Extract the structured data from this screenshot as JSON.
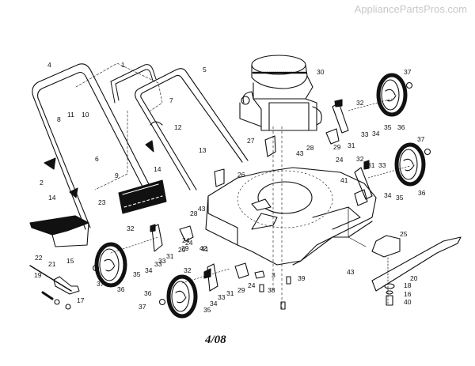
{
  "watermark": "AppliancePartsPros.com",
  "footer_code": "4/08",
  "diagram": {
    "subject": "Walk-behind rotary lawn mower exploded parts view",
    "components": [
      {
        "id": "upper-handle-left",
        "callout": "4"
      },
      {
        "id": "control-bar",
        "callout": "1"
      },
      {
        "id": "upper-handle-right",
        "callout": "5"
      },
      {
        "id": "engine",
        "callout": "30"
      },
      {
        "id": "handle-bolt-left",
        "callout": "8"
      },
      {
        "id": "handle-nut",
        "callout": "11"
      },
      {
        "id": "cable-clip",
        "callout": "10"
      },
      {
        "id": "handle-bolts-top",
        "callout": "7"
      },
      {
        "id": "cable-tie",
        "callout": "12"
      },
      {
        "id": "handle-nut-mid",
        "callout": "6"
      },
      {
        "id": "handle-knob",
        "callout": "2"
      },
      {
        "id": "handle-knob-lower-left",
        "callout": "14"
      },
      {
        "id": "handle-knob-lower-right",
        "callout": "14"
      },
      {
        "id": "rear-flap-bolts",
        "callout": "9"
      },
      {
        "id": "rear-flap",
        "callout": "23"
      },
      {
        "id": "lower-handle-springs",
        "callout": "13"
      },
      {
        "id": "handle-bracket-left",
        "callout": "26"
      },
      {
        "id": "handle-bracket-right",
        "callout": "27"
      },
      {
        "id": "grass-deflector",
        "callout": "15"
      },
      {
        "id": "deflector-rod",
        "callout": "22"
      },
      {
        "id": "deflector-hinge",
        "callout": "21"
      },
      {
        "id": "deflector-spring",
        "callout": "19"
      },
      {
        "id": "deflector-nuts",
        "callout": "17"
      },
      {
        "id": "deck",
        "callout": "39"
      },
      {
        "id": "deck-baffle",
        "callout": "42"
      },
      {
        "id": "deck-nut-upper",
        "callout": "43"
      },
      {
        "id": "deck-nut-right",
        "callout": "43"
      },
      {
        "id": "deck-nut-left",
        "callout": "43"
      },
      {
        "id": "deck-washer",
        "callout": "28"
      },
      {
        "id": "deck-washer-left",
        "callout": "28"
      },
      {
        "id": "deck-bolts-right",
        "callout": "41"
      },
      {
        "id": "deck-bolts-left",
        "callout": "41"
      },
      {
        "id": "height-adjuster-plate",
        "callout": "24"
      },
      {
        "id": "spacer",
        "callout": "29"
      },
      {
        "id": "wheel-lever",
        "callout": "31"
      },
      {
        "id": "lever-grip",
        "callout": "32"
      },
      {
        "id": "axle-bracket",
        "callout": "33"
      },
      {
        "id": "wheel-washer",
        "callout": "34"
      },
      {
        "id": "wheel-bolt",
        "callout": "35"
      },
      {
        "id": "wheel",
        "callout": "36"
      },
      {
        "id": "wheel-nut",
        "callout": "37"
      },
      {
        "id": "spring-washer-clip",
        "callout": "3"
      },
      {
        "id": "engine-bolts",
        "callout": "38"
      },
      {
        "id": "blade-adapter",
        "callout": "25"
      },
      {
        "id": "blade",
        "callout": "20"
      },
      {
        "id": "blade-washer",
        "callout": "18"
      },
      {
        "id": "lock-washer",
        "callout": "16"
      },
      {
        "id": "blade-bolt",
        "callout": "40"
      }
    ]
  },
  "callouts": [
    {
      "text": "4",
      "part": "upper-handle-left"
    },
    {
      "text": "1",
      "part": "control-bar"
    },
    {
      "text": "5",
      "part": "upper-handle-right"
    },
    {
      "text": "30",
      "part": "engine"
    },
    {
      "text": "37",
      "part": "wheel-nut"
    },
    {
      "text": "7",
      "part": "handle-bolts-top"
    },
    {
      "text": "8",
      "part": "handle-bolt-left"
    },
    {
      "text": "11",
      "part": "handle-nut"
    },
    {
      "text": "10",
      "part": "cable-clip"
    },
    {
      "text": "12",
      "part": "cable-tie"
    },
    {
      "text": "32",
      "part": "lever-grip"
    },
    {
      "text": "36",
      "part": "wheel"
    },
    {
      "text": "35",
      "part": "wheel-bolt"
    },
    {
      "text": "34",
      "part": "wheel-washer"
    },
    {
      "text": "33",
      "part": "axle-bracket"
    },
    {
      "text": "31",
      "part": "wheel-lever"
    },
    {
      "text": "29",
      "part": "spacer"
    },
    {
      "text": "27",
      "part": "handle-bracket-right"
    },
    {
      "text": "43",
      "part": "deck-nut-upper"
    },
    {
      "text": "28",
      "part": "deck-washer"
    },
    {
      "text": "24",
      "part": "height-adjuster-plate"
    },
    {
      "text": "6",
      "part": "handle-nut-mid"
    },
    {
      "text": "13",
      "part": "lower-handle-springs"
    },
    {
      "text": "14",
      "part": "handle-knob-lower-right"
    },
    {
      "text": "37",
      "part": "wheel-nut"
    },
    {
      "text": "2",
      "part": "handle-knob"
    },
    {
      "text": "9",
      "part": "rear-flap-bolts"
    },
    {
      "text": "26",
      "part": "handle-bracket-left"
    },
    {
      "text": "32",
      "part": "lever-grip"
    },
    {
      "text": "31",
      "part": "wheel-lever"
    },
    {
      "text": "33",
      "part": "axle-bracket"
    },
    {
      "text": "41",
      "part": "deck-bolts-right"
    },
    {
      "text": "35",
      "part": "wheel-bolt"
    },
    {
      "text": "34",
      "part": "wheel-washer"
    },
    {
      "text": "36",
      "part": "wheel"
    },
    {
      "text": "14",
      "part": "handle-knob-lower-left"
    },
    {
      "text": "23",
      "part": "rear-flap"
    },
    {
      "text": "28",
      "part": "deck-washer-left"
    },
    {
      "text": "43",
      "part": "deck-nut-left"
    },
    {
      "text": "29",
      "part": "spacer"
    },
    {
      "text": "24",
      "part": "height-adjuster-plate"
    },
    {
      "text": "25",
      "part": "blade-adapter"
    },
    {
      "text": "32",
      "part": "lever-grip"
    },
    {
      "text": "29",
      "part": "spacer"
    },
    {
      "text": "24",
      "part": "height-adjuster-plate"
    },
    {
      "text": "33",
      "part": "axle-bracket"
    },
    {
      "text": "31",
      "part": "wheel-lever"
    },
    {
      "text": "41",
      "part": "deck-bolts-left"
    },
    {
      "text": "42",
      "part": "deck-baffle"
    },
    {
      "text": "15",
      "part": "grass-deflector"
    },
    {
      "text": "22",
      "part": "deflector-rod"
    },
    {
      "text": "21",
      "part": "deflector-hinge"
    },
    {
      "text": "20",
      "part": "blade"
    },
    {
      "text": "43",
      "part": "deck-nut-right"
    },
    {
      "text": "19",
      "part": "deflector-spring"
    },
    {
      "text": "17",
      "part": "deflector-nuts"
    },
    {
      "text": "37",
      "part": "wheel-nut"
    },
    {
      "text": "36",
      "part": "wheel"
    },
    {
      "text": "35",
      "part": "wheel-bolt"
    },
    {
      "text": "34",
      "part": "wheel-washer"
    },
    {
      "text": "33",
      "part": "axle-bracket"
    },
    {
      "text": "32",
      "part": "lever-grip"
    },
    {
      "text": "31",
      "part": "wheel-lever"
    },
    {
      "text": "29",
      "part": "spacer"
    },
    {
      "text": "24",
      "part": "height-adjuster-plate"
    },
    {
      "text": "3",
      "part": "spring-washer-clip"
    },
    {
      "text": "39",
      "part": "deck"
    },
    {
      "text": "38",
      "part": "engine-bolts"
    },
    {
      "text": "36",
      "part": "wheel"
    },
    {
      "text": "37",
      "part": "wheel-nut"
    },
    {
      "text": "35",
      "part": "wheel-bolt"
    },
    {
      "text": "34",
      "part": "wheel-washer"
    },
    {
      "text": "33",
      "part": "axle-bracket"
    },
    {
      "text": "18",
      "part": "blade-washer"
    },
    {
      "text": "16",
      "part": "lock-washer"
    },
    {
      "text": "40",
      "part": "blade-bolt"
    }
  ]
}
